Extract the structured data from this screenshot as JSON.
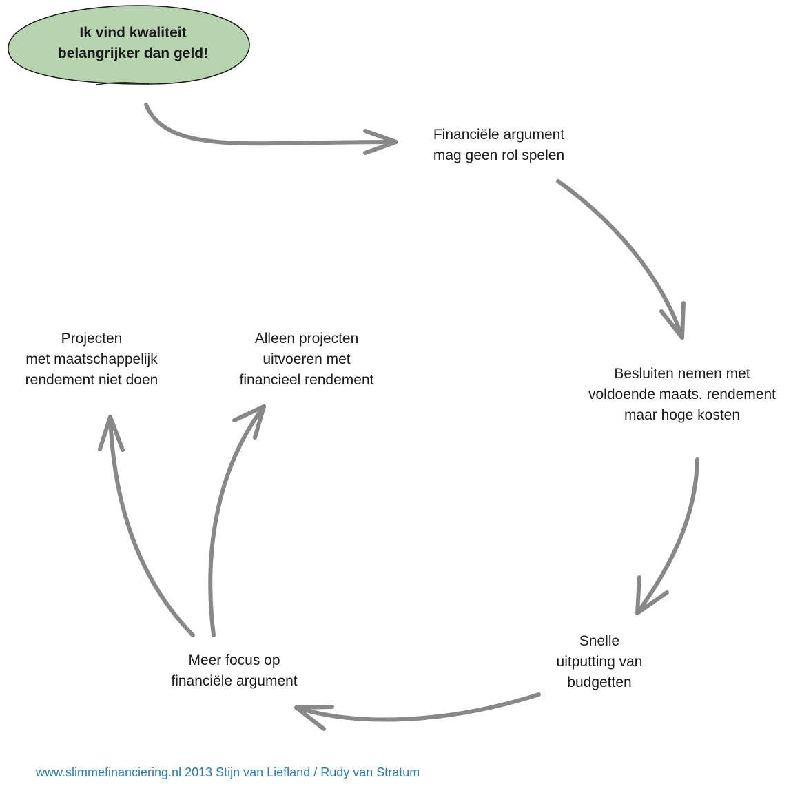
{
  "colors": {
    "arrow": "#888888",
    "bubble_fill": "#b8d3b0",
    "bubble_stroke": "#1a1a1a",
    "text": "#1a1a1a",
    "footer": "#2b7bb0"
  },
  "speech_bubble": {
    "lines": [
      "Ik vind kwaliteit",
      "belangrijker dan geld!"
    ]
  },
  "nodes": {
    "financial_argument": {
      "lines": [
        "Financiële argument",
        "mag geen rol spelen"
      ]
    },
    "decisions": {
      "lines": [
        "Besluiten nemen met",
        "voldoende maats. rendement",
        "maar hoge kosten"
      ]
    },
    "depletion": {
      "lines": [
        "Snelle",
        "uitputting van",
        "budgetten"
      ]
    },
    "more_focus": {
      "lines": [
        "Meer focus op",
        "financiële argument"
      ]
    },
    "only_financial": {
      "lines": [
        "Alleen projecten",
        "uitvoeren met",
        "financieel rendement"
      ]
    },
    "no_social": {
      "lines": [
        "Projecten",
        "met maatschappelijk",
        "rendement niet doen"
      ]
    }
  },
  "footer": {
    "text": "www.slimmefinanciering.nl 2013 Stijn van Liefland / Rudy van Stratum"
  }
}
